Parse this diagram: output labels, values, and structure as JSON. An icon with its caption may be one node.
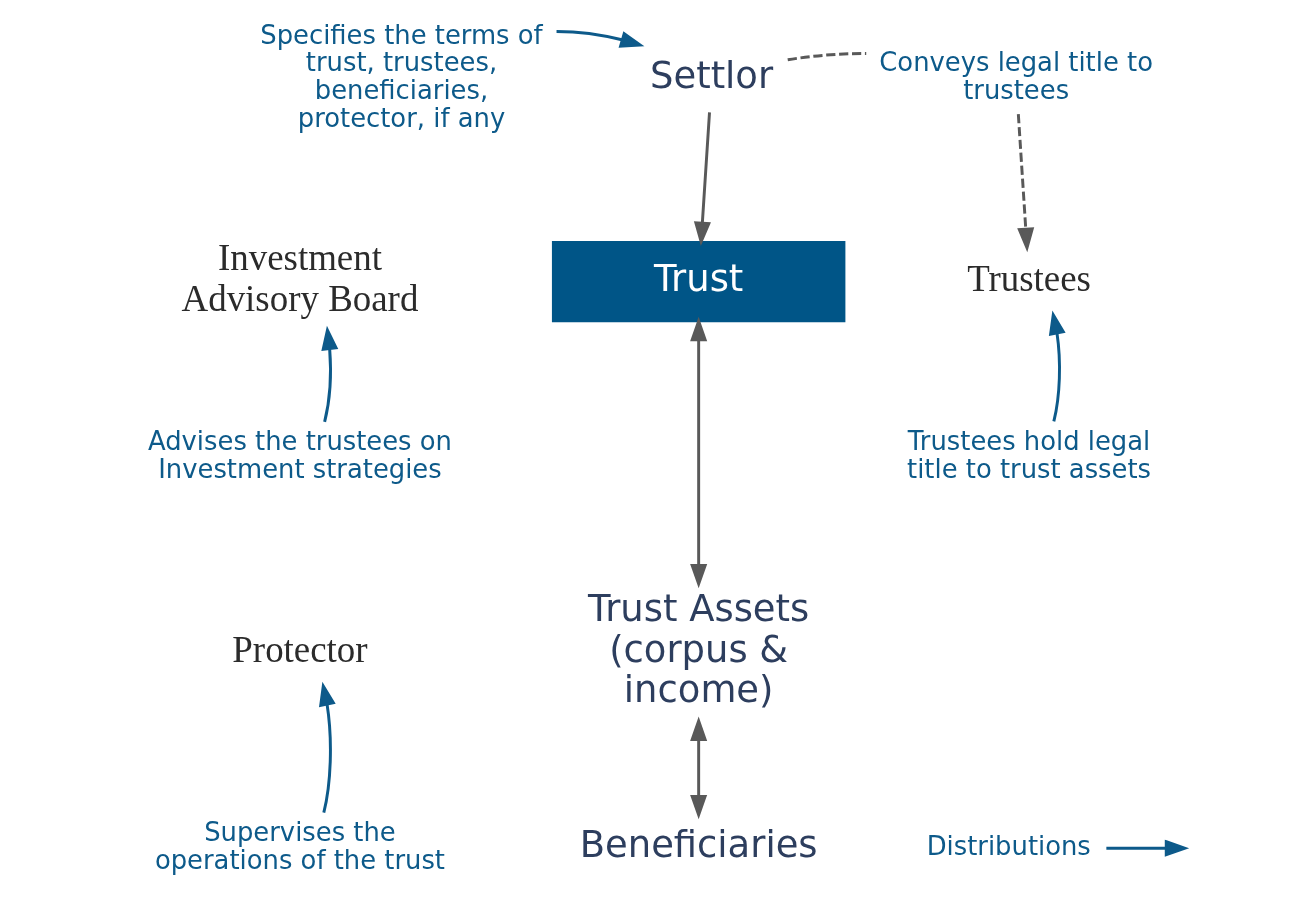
{
  "diagram": {
    "nodes": [
      {
        "text": [
          "Specifies the terms of trust, trustees, beneficiaries, protector, if any"
        ]
      },
      {
        "text": [
          "Settlor"
        ]
      },
      {
        "text": [
          "Conveys legal title to trustees"
        ]
      },
      {
        "text": [
          "Investment Advisory Board"
        ]
      },
      {
        "text": [
          "Trust"
        ]
      },
      {
        "text": [
          "Trustees"
        ]
      },
      {
        "text": [
          "Advises the trustees on Investment strategies"
        ]
      },
      {
        "text": [
          "Trustees hold legal title to trust assets"
        ]
      },
      {
        "text": [
          "Trust Assets (corpus & income)"
        ]
      },
      {
        "text": [
          "Protector"
        ]
      },
      {
        "text": [
          "Supervises the operations of the trust"
        ]
      },
      {
        "text": [
          "Distributions"
        ]
      },
      {
        "text": [
          "Beneficiaries"
        ]
      }
    ],
    "edges": [
      {
        "from": 0,
        "to": 1,
        "arrow": "to",
        "color": "#0d5a8a"
      },
      {
        "from": 1,
        "to": 2,
        "arrow": "none",
        "style": "dashed"
      },
      {
        "from": 2,
        "to": 5,
        "arrow": "to",
        "style": "dashed"
      },
      {
        "from": 1,
        "to": 4,
        "arrow": "to"
      },
      {
        "from": 6,
        "to": 3,
        "arrow": "to",
        "color": "#0d5a8a"
      },
      {
        "from": 7,
        "to": 5,
        "arrow": "to",
        "color": "#0d5a8a"
      },
      {
        "from": 4,
        "to": 8,
        "arrow": "both"
      },
      {
        "from": 10,
        "to": 9,
        "arrow": "to",
        "color": "#0d5a8a"
      },
      {
        "from": 8,
        "to": 12,
        "arrow": "both"
      },
      {
        "from": 11,
        "to": null,
        "arrow": "to",
        "color": "#0d5a8a"
      }
    ]
  }
}
